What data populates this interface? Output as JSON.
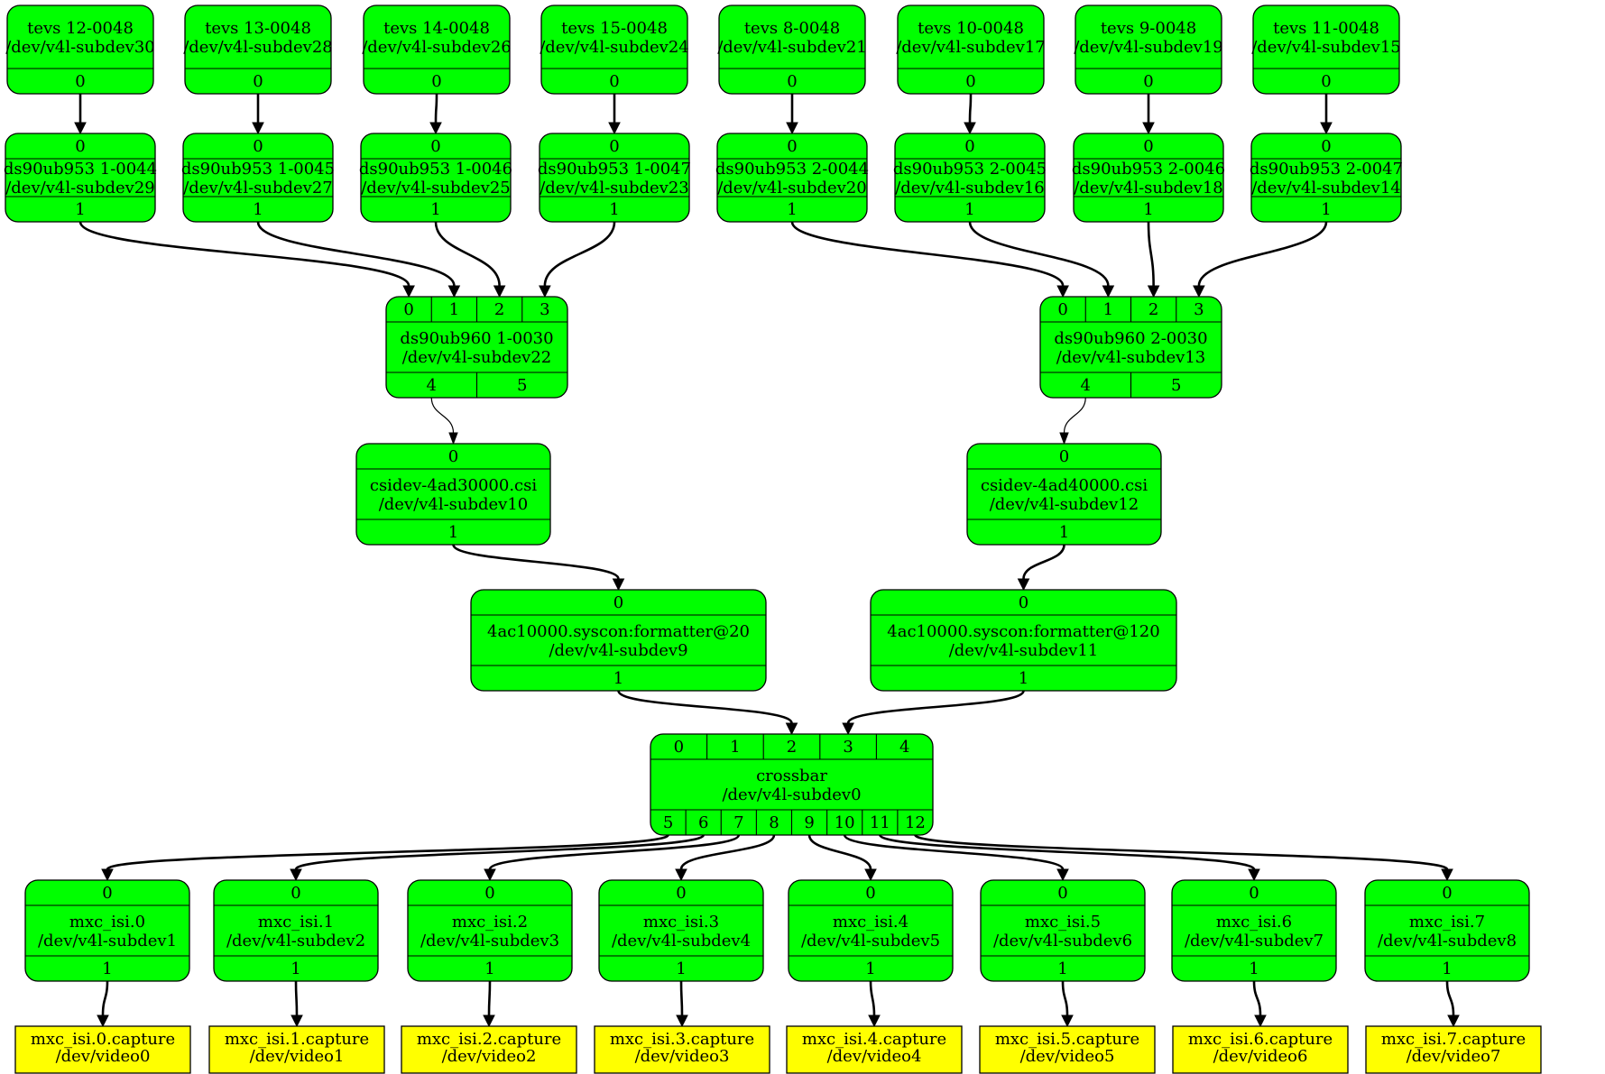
{
  "colors": {
    "entity": "#00ff00",
    "capture": "#ffff00",
    "edge": "#000000"
  },
  "nodes": [
    {
      "id": "tevs12",
      "lines": [
        "tevs 12-0048",
        "/dev/v4l-subdev30"
      ],
      "in": [],
      "out": [
        "0"
      ]
    },
    {
      "id": "tevs13",
      "lines": [
        "tevs 13-0048",
        "/dev/v4l-subdev28"
      ],
      "in": [],
      "out": [
        "0"
      ]
    },
    {
      "id": "tevs14",
      "lines": [
        "tevs 14-0048",
        "/dev/v4l-subdev26"
      ],
      "in": [],
      "out": [
        "0"
      ]
    },
    {
      "id": "tevs15",
      "lines": [
        "tevs 15-0048",
        "/dev/v4l-subdev24"
      ],
      "in": [],
      "out": [
        "0"
      ]
    },
    {
      "id": "tevs8",
      "lines": [
        "tevs 8-0048",
        "/dev/v4l-subdev21"
      ],
      "in": [],
      "out": [
        "0"
      ]
    },
    {
      "id": "tevs10",
      "lines": [
        "tevs 10-0048",
        "/dev/v4l-subdev17"
      ],
      "in": [],
      "out": [
        "0"
      ]
    },
    {
      "id": "tevs9",
      "lines": [
        "tevs 9-0048",
        "/dev/v4l-subdev19"
      ],
      "in": [],
      "out": [
        "0"
      ]
    },
    {
      "id": "tevs11",
      "lines": [
        "tevs 11-0048",
        "/dev/v4l-subdev15"
      ],
      "in": [],
      "out": [
        "0"
      ]
    },
    {
      "id": "ser1_44",
      "lines": [
        "ds90ub953 1-0044",
        "/dev/v4l-subdev29"
      ],
      "in": [
        "0"
      ],
      "out": [
        "1"
      ]
    },
    {
      "id": "ser1_45",
      "lines": [
        "ds90ub953 1-0045",
        "/dev/v4l-subdev27"
      ],
      "in": [
        "0"
      ],
      "out": [
        "1"
      ]
    },
    {
      "id": "ser1_46",
      "lines": [
        "ds90ub953 1-0046",
        "/dev/v4l-subdev25"
      ],
      "in": [
        "0"
      ],
      "out": [
        "1"
      ]
    },
    {
      "id": "ser1_47",
      "lines": [
        "ds90ub953 1-0047",
        "/dev/v4l-subdev23"
      ],
      "in": [
        "0"
      ],
      "out": [
        "1"
      ]
    },
    {
      "id": "ser2_44",
      "lines": [
        "ds90ub953 2-0044",
        "/dev/v4l-subdev20"
      ],
      "in": [
        "0"
      ],
      "out": [
        "1"
      ]
    },
    {
      "id": "ser2_45",
      "lines": [
        "ds90ub953 2-0045",
        "/dev/v4l-subdev16"
      ],
      "in": [
        "0"
      ],
      "out": [
        "1"
      ]
    },
    {
      "id": "ser2_46",
      "lines": [
        "ds90ub953 2-0046",
        "/dev/v4l-subdev18"
      ],
      "in": [
        "0"
      ],
      "out": [
        "1"
      ]
    },
    {
      "id": "ser2_47",
      "lines": [
        "ds90ub953 2-0047",
        "/dev/v4l-subdev14"
      ],
      "in": [
        "0"
      ],
      "out": [
        "1"
      ]
    },
    {
      "id": "des1",
      "lines": [
        "ds90ub960 1-0030",
        "/dev/v4l-subdev22"
      ],
      "in": [
        "0",
        "1",
        "2",
        "3"
      ],
      "out": [
        "4",
        "5"
      ]
    },
    {
      "id": "des2",
      "lines": [
        "ds90ub960 2-0030",
        "/dev/v4l-subdev13"
      ],
      "in": [
        "0",
        "1",
        "2",
        "3"
      ],
      "out": [
        "4",
        "5"
      ]
    },
    {
      "id": "csi1",
      "lines": [
        "csidev-4ad30000.csi",
        "/dev/v4l-subdev10"
      ],
      "in": [
        "0"
      ],
      "out": [
        "1"
      ]
    },
    {
      "id": "csi2",
      "lines": [
        "csidev-4ad40000.csi",
        "/dev/v4l-subdev12"
      ],
      "in": [
        "0"
      ],
      "out": [
        "1"
      ]
    },
    {
      "id": "fmt20",
      "lines": [
        "4ac10000.syscon:formatter@20",
        "/dev/v4l-subdev9"
      ],
      "in": [
        "0"
      ],
      "out": [
        "1"
      ]
    },
    {
      "id": "fmt120",
      "lines": [
        "4ac10000.syscon:formatter@120",
        "/dev/v4l-subdev11"
      ],
      "in": [
        "0"
      ],
      "out": [
        "1"
      ]
    },
    {
      "id": "xbar",
      "lines": [
        "crossbar",
        "/dev/v4l-subdev0"
      ],
      "in": [
        "0",
        "1",
        "2",
        "3",
        "4"
      ],
      "out": [
        "5",
        "6",
        "7",
        "8",
        "9",
        "10",
        "11",
        "12"
      ]
    },
    {
      "id": "isi0",
      "lines": [
        "mxc_isi.0",
        "/dev/v4l-subdev1"
      ],
      "in": [
        "0"
      ],
      "out": [
        "1"
      ]
    },
    {
      "id": "isi1",
      "lines": [
        "mxc_isi.1",
        "/dev/v4l-subdev2"
      ],
      "in": [
        "0"
      ],
      "out": [
        "1"
      ]
    },
    {
      "id": "isi2",
      "lines": [
        "mxc_isi.2",
        "/dev/v4l-subdev3"
      ],
      "in": [
        "0"
      ],
      "out": [
        "1"
      ]
    },
    {
      "id": "isi3",
      "lines": [
        "mxc_isi.3",
        "/dev/v4l-subdev4"
      ],
      "in": [
        "0"
      ],
      "out": [
        "1"
      ]
    },
    {
      "id": "isi4",
      "lines": [
        "mxc_isi.4",
        "/dev/v4l-subdev5"
      ],
      "in": [
        "0"
      ],
      "out": [
        "1"
      ]
    },
    {
      "id": "isi5",
      "lines": [
        "mxc_isi.5",
        "/dev/v4l-subdev6"
      ],
      "in": [
        "0"
      ],
      "out": [
        "1"
      ]
    },
    {
      "id": "isi6",
      "lines": [
        "mxc_isi.6",
        "/dev/v4l-subdev7"
      ],
      "in": [
        "0"
      ],
      "out": [
        "1"
      ]
    },
    {
      "id": "isi7",
      "lines": [
        "mxc_isi.7",
        "/dev/v4l-subdev8"
      ],
      "in": [
        "0"
      ],
      "out": [
        "1"
      ]
    },
    {
      "id": "cap0",
      "capture": true,
      "lines": [
        "mxc_isi.0.capture",
        "/dev/video0"
      ]
    },
    {
      "id": "cap1",
      "capture": true,
      "lines": [
        "mxc_isi.1.capture",
        "/dev/video1"
      ]
    },
    {
      "id": "cap2",
      "capture": true,
      "lines": [
        "mxc_isi.2.capture",
        "/dev/video2"
      ]
    },
    {
      "id": "cap3",
      "capture": true,
      "lines": [
        "mxc_isi.3.capture",
        "/dev/video3"
      ]
    },
    {
      "id": "cap4",
      "capture": true,
      "lines": [
        "mxc_isi.4.capture",
        "/dev/video4"
      ]
    },
    {
      "id": "cap5",
      "capture": true,
      "lines": [
        "mxc_isi.5.capture",
        "/dev/video5"
      ]
    },
    {
      "id": "cap6",
      "capture": true,
      "lines": [
        "mxc_isi.6.capture",
        "/dev/video6"
      ]
    },
    {
      "id": "cap7",
      "capture": true,
      "lines": [
        "mxc_isi.7.capture",
        "/dev/video7"
      ]
    }
  ],
  "edges": [
    {
      "from": "tevs12",
      "from_pad": "0",
      "to": "ser1_44",
      "to_pad": "0"
    },
    {
      "from": "tevs13",
      "from_pad": "0",
      "to": "ser1_45",
      "to_pad": "0"
    },
    {
      "from": "tevs14",
      "from_pad": "0",
      "to": "ser1_46",
      "to_pad": "0"
    },
    {
      "from": "tevs15",
      "from_pad": "0",
      "to": "ser1_47",
      "to_pad": "0"
    },
    {
      "from": "tevs8",
      "from_pad": "0",
      "to": "ser2_44",
      "to_pad": "0"
    },
    {
      "from": "tevs10",
      "from_pad": "0",
      "to": "ser2_45",
      "to_pad": "0"
    },
    {
      "from": "tevs9",
      "from_pad": "0",
      "to": "ser2_46",
      "to_pad": "0"
    },
    {
      "from": "tevs11",
      "from_pad": "0",
      "to": "ser2_47",
      "to_pad": "0"
    },
    {
      "from": "ser1_44",
      "from_pad": "1",
      "to": "des1",
      "to_pad": "0"
    },
    {
      "from": "ser1_45",
      "from_pad": "1",
      "to": "des1",
      "to_pad": "1"
    },
    {
      "from": "ser1_46",
      "from_pad": "1",
      "to": "des1",
      "to_pad": "2"
    },
    {
      "from": "ser1_47",
      "from_pad": "1",
      "to": "des1",
      "to_pad": "3"
    },
    {
      "from": "ser2_44",
      "from_pad": "1",
      "to": "des2",
      "to_pad": "0"
    },
    {
      "from": "ser2_45",
      "from_pad": "1",
      "to": "des2",
      "to_pad": "1"
    },
    {
      "from": "ser2_46",
      "from_pad": "1",
      "to": "des2",
      "to_pad": "2"
    },
    {
      "from": "ser2_47",
      "from_pad": "1",
      "to": "des2",
      "to_pad": "3"
    },
    {
      "from": "des1",
      "from_pad": "4",
      "to": "csi1",
      "to_pad": "0",
      "thin": true
    },
    {
      "from": "des2",
      "from_pad": "4",
      "to": "csi2",
      "to_pad": "0",
      "thin": true
    },
    {
      "from": "csi1",
      "from_pad": "1",
      "to": "fmt20",
      "to_pad": "0"
    },
    {
      "from": "csi2",
      "from_pad": "1",
      "to": "fmt120",
      "to_pad": "0"
    },
    {
      "from": "fmt20",
      "from_pad": "1",
      "to": "xbar",
      "to_pad": "2"
    },
    {
      "from": "fmt120",
      "from_pad": "1",
      "to": "xbar",
      "to_pad": "3"
    },
    {
      "from": "xbar",
      "from_pad": "5",
      "to": "isi0",
      "to_pad": "0"
    },
    {
      "from": "xbar",
      "from_pad": "6",
      "to": "isi1",
      "to_pad": "0"
    },
    {
      "from": "xbar",
      "from_pad": "7",
      "to": "isi2",
      "to_pad": "0"
    },
    {
      "from": "xbar",
      "from_pad": "8",
      "to": "isi3",
      "to_pad": "0"
    },
    {
      "from": "xbar",
      "from_pad": "9",
      "to": "isi4",
      "to_pad": "0"
    },
    {
      "from": "xbar",
      "from_pad": "10",
      "to": "isi5",
      "to_pad": "0"
    },
    {
      "from": "xbar",
      "from_pad": "11",
      "to": "isi6",
      "to_pad": "0"
    },
    {
      "from": "xbar",
      "from_pad": "12",
      "to": "isi7",
      "to_pad": "0"
    },
    {
      "from": "isi0",
      "from_pad": "1",
      "to": "cap0"
    },
    {
      "from": "isi1",
      "from_pad": "1",
      "to": "cap1"
    },
    {
      "from": "isi2",
      "from_pad": "1",
      "to": "cap2"
    },
    {
      "from": "isi3",
      "from_pad": "1",
      "to": "cap3"
    },
    {
      "from": "isi4",
      "from_pad": "1",
      "to": "cap4"
    },
    {
      "from": "isi5",
      "from_pad": "1",
      "to": "cap5"
    },
    {
      "from": "isi6",
      "from_pad": "1",
      "to": "cap6"
    },
    {
      "from": "isi7",
      "from_pad": "1",
      "to": "cap7"
    }
  ]
}
